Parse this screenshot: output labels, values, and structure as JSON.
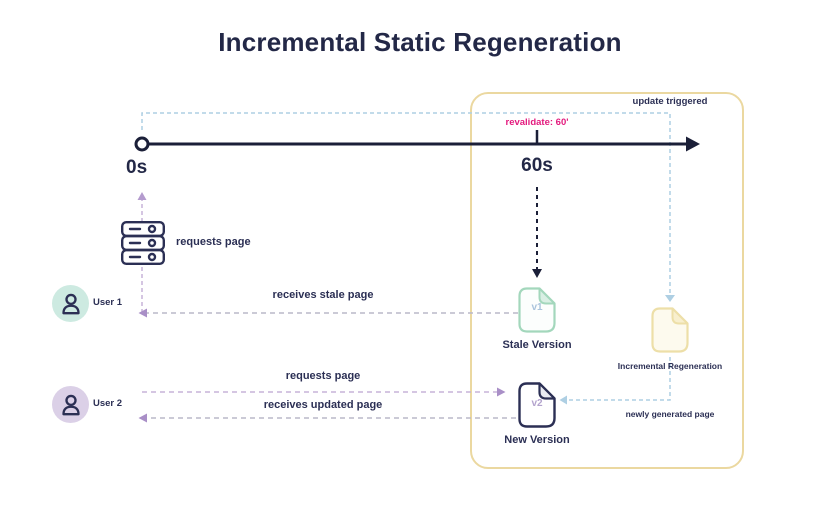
{
  "title": "Incremental Static Regeneration",
  "timeline": {
    "start_label": "0s",
    "end_label": "60s",
    "revalidate_label": "revalidate: 60'"
  },
  "regeneration_zone": {
    "update_triggered_label": "update triggered",
    "incremental_regeneration_label": "Incremental Regeneration",
    "newly_generated_label": "newly generated page"
  },
  "users": [
    {
      "label": "User 1",
      "request_label": "requests page",
      "receive_label": "receives stale page"
    },
    {
      "label": "User 2",
      "request_label": "requests page",
      "receive_label": "receives updated page"
    }
  ],
  "documents": {
    "stale": {
      "version": "v1",
      "label": "Stale Version"
    },
    "new": {
      "version": "v2",
      "label": "New Version"
    }
  },
  "icons": {
    "server": "server-icon",
    "user1_avatar": "user-icon",
    "user2_avatar": "user-icon",
    "stale_document": "document-icon",
    "new_document": "document-icon",
    "regenerated_document": "document-icon"
  },
  "colors": {
    "navy": "#272b4e",
    "timeline_black": "#1b1f38",
    "pink": "#e3197d",
    "blue_dash": "#aecfe3",
    "purple_dash": "#c7b3d9",
    "purple_arrow": "#a98fc7",
    "gray_dash": "#bab8c9",
    "mint_avatar": "#cdeae1",
    "lavender_avatar": "#dbd0e7",
    "green_doc": "#a3d7bc",
    "yellow_box": "#ebd8a0"
  }
}
